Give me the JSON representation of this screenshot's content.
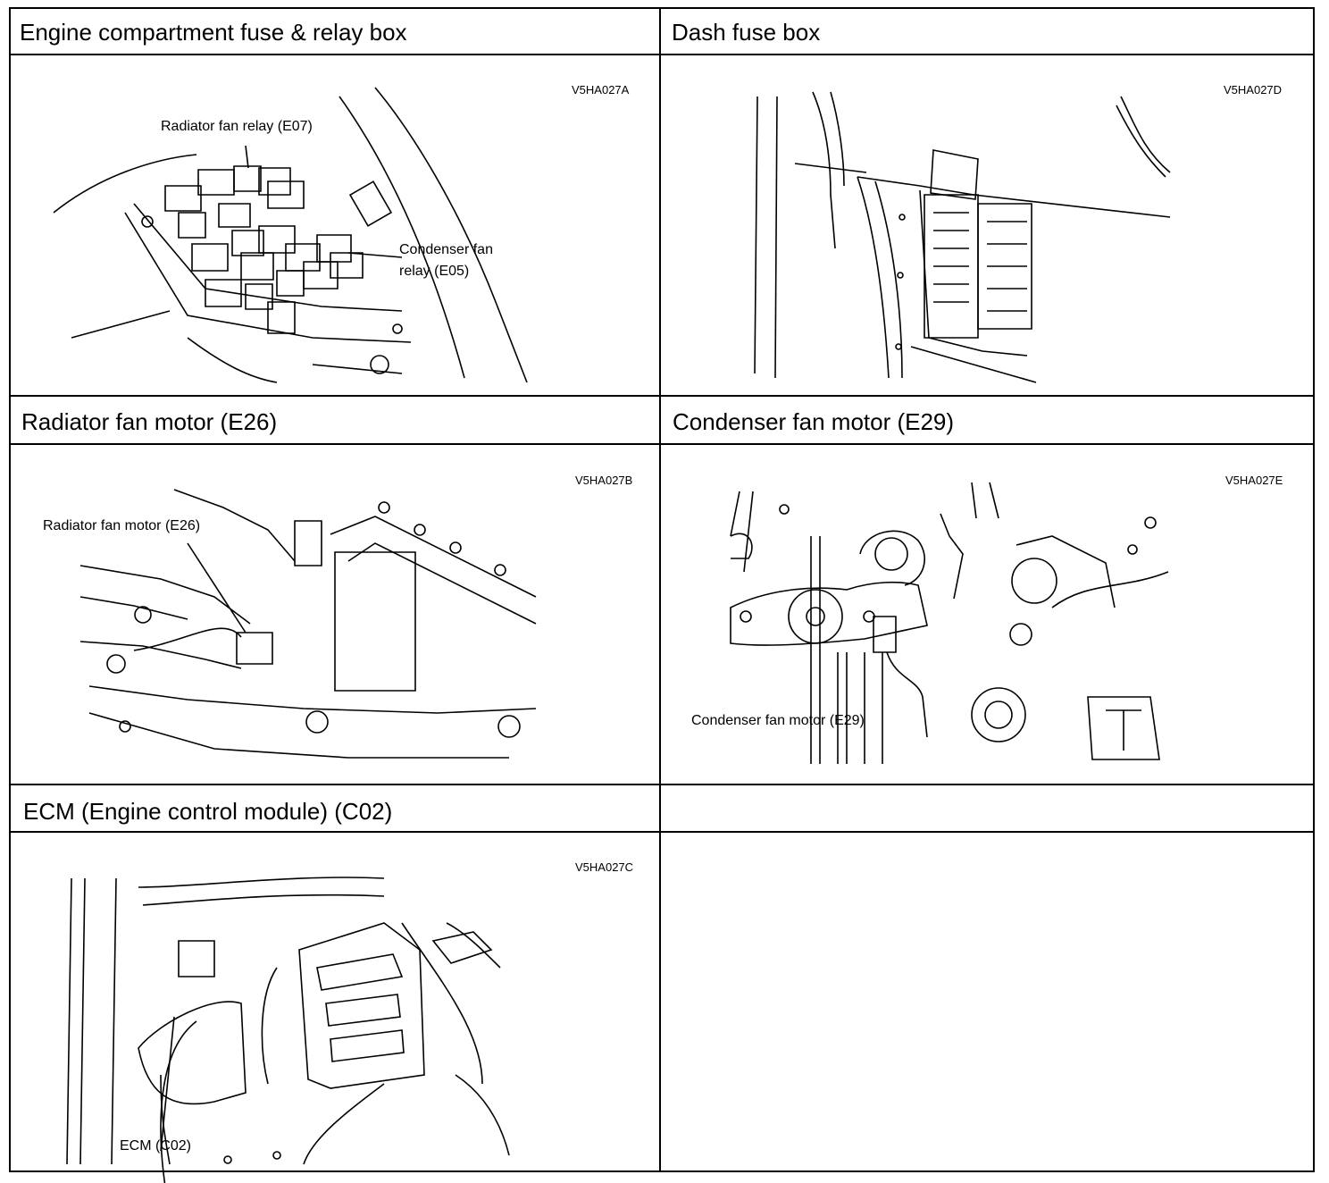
{
  "panels": {
    "engine_fuse_box": {
      "title": "Engine compartment fuse & relay box",
      "figure_code": "V5HA027A",
      "labels": {
        "radiator_fan_relay": "Radiator fan relay (E07)",
        "condenser_fan_relay_line1": "Condenser fan",
        "condenser_fan_relay_line2": "relay (E05)"
      }
    },
    "dash_fuse_box": {
      "title": "Dash fuse box",
      "figure_code": "V5HA027D"
    },
    "radiator_fan_motor": {
      "title": "Radiator fan motor (E26)",
      "figure_code": "V5HA027B",
      "labels": {
        "radiator_fan_motor": "Radiator fan motor (E26)"
      }
    },
    "condenser_fan_motor": {
      "title": "Condenser fan motor (E29)",
      "figure_code": "V5HA027E",
      "labels": {
        "condenser_fan_motor": "Condenser fan motor (E29)"
      }
    },
    "ecm": {
      "title": "ECM (Engine control module) (C02)",
      "figure_code": "V5HA027C",
      "labels": {
        "ecm": "ECM (C02)"
      }
    },
    "empty": {
      "title": ""
    }
  }
}
